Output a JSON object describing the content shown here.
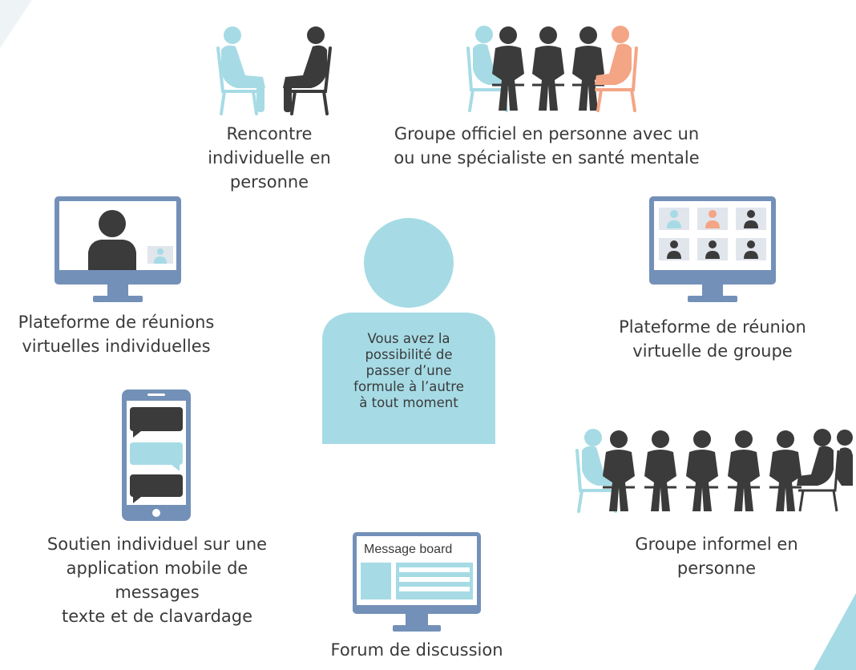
{
  "center": {
    "text": "Vous avez la\npossibilité de\npasser d’une\nformule à l’autre\nà tout moment"
  },
  "options": {
    "in_person_individual": "Rencontre\nindividuelle en\npersonne",
    "formal_group": "Groupe officiel en personne avec un\nou une spécialiste en santé mentale",
    "virtual_individual": "Plateforme de réunions\nvirtuelles individuelles",
    "virtual_group": "Plateforme de réunion\nvirtuelle de groupe",
    "mobile_app": "Soutien individuel sur une\napplication mobile de messages\ntexte et de clavardage",
    "informal_group": "Groupe informel en\npersonne",
    "forum": "Forum de discussion"
  },
  "forum_screen": {
    "title": "Message board"
  },
  "colors": {
    "light_blue": "#a6dbe5",
    "dark_gray": "#3b3b3b",
    "coral": "#f4a585",
    "device_blue": "#7390b8",
    "screen_gray": "#e1e5ec"
  }
}
